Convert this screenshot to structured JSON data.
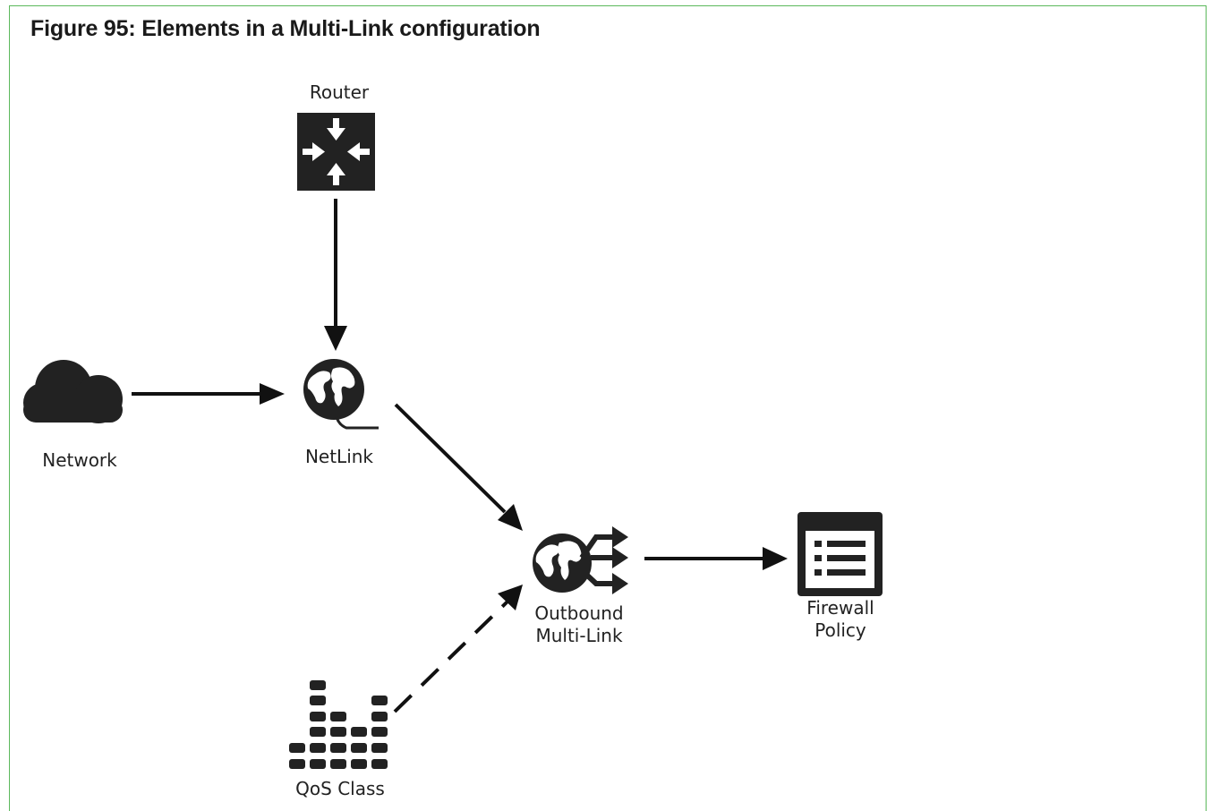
{
  "figure": {
    "title": "Figure 95: Elements in a Multi-Link configuration"
  },
  "nodes": {
    "router": {
      "label": "Router",
      "icon": "router-icon"
    },
    "network": {
      "label": "Network",
      "icon": "cloud-icon"
    },
    "netlink": {
      "label": "NetLink",
      "icon": "globe-cable-icon"
    },
    "outbound": {
      "label_line1": "Outbound",
      "label_line2": "Multi-Link",
      "icon": "globe-branch-arrows-icon"
    },
    "firewall": {
      "label_line1": "Firewall",
      "label_line2": "Policy",
      "icon": "policy-list-icon"
    },
    "qos": {
      "label": "QoS Class",
      "icon": "qos-bars-icon"
    }
  },
  "colors": {
    "frame": "#5cb85c",
    "ink": "#222222"
  }
}
